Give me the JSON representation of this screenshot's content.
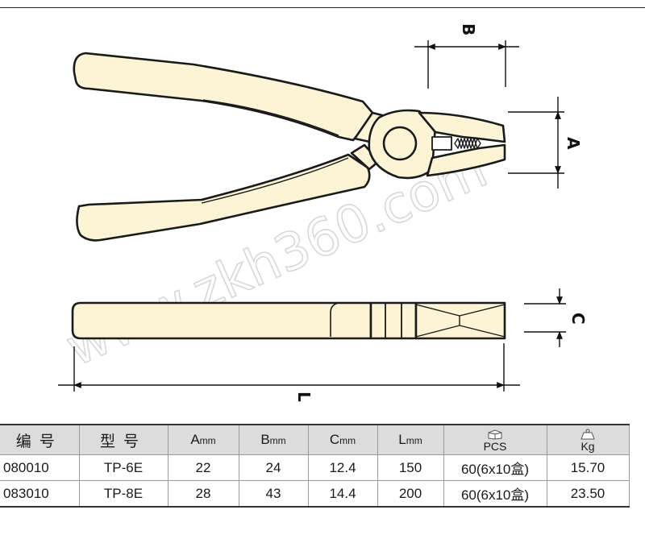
{
  "watermark": "www.zkh360.com",
  "dimensions": {
    "a": "A",
    "b": "B",
    "c": "C",
    "l": "L"
  },
  "table": {
    "headers": {
      "code": "编号",
      "model": "型号",
      "a": {
        "letter": "A",
        "unit": "mm"
      },
      "b": {
        "letter": "B",
        "unit": "mm"
      },
      "c": {
        "letter": "C",
        "unit": "mm"
      },
      "l": {
        "letter": "L",
        "unit": "mm"
      },
      "pcs": {
        "icon": "box-icon",
        "label": "PCS"
      },
      "kg": {
        "icon": "weight-icon",
        "label": "Kg"
      }
    },
    "rows": [
      {
        "code": "080010",
        "model": "TP-6E",
        "a": "22",
        "b": "24",
        "c": "12.4",
        "l": "150",
        "pcs": "60(6x10盒)",
        "kg": "15.70"
      },
      {
        "code": "083010",
        "model": "TP-8E",
        "a": "28",
        "b": "43",
        "c": "14.4",
        "l": "200",
        "pcs": "60(6x10盒)",
        "kg": "23.50"
      }
    ]
  },
  "colors": {
    "tool_fill": "#fdf4d5",
    "tool_stroke": "#1a1a1a",
    "header_bg": "#dcdcdc"
  }
}
